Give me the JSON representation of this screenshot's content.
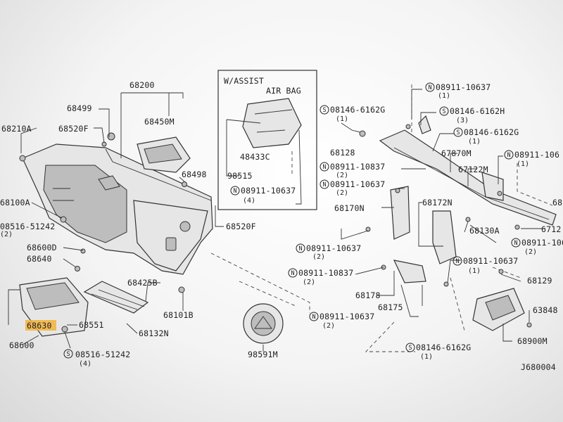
{
  "assist_box": {
    "title1": "W/ASSIST",
    "title2": "AIR BAG"
  },
  "labels": [
    {
      "id": "68200",
      "text": "68200"
    },
    {
      "id": "68499",
      "text": "68499"
    },
    {
      "id": "68450M",
      "text": "68450M"
    },
    {
      "id": "68210A",
      "text": "68210A"
    },
    {
      "id": "68520F_top",
      "text": "68520F"
    },
    {
      "id": "68498",
      "text": "68498"
    },
    {
      "id": "68520F_bot",
      "text": "68520F"
    },
    {
      "id": "68100A",
      "text": "68100A"
    },
    {
      "id": "08516-51242_left",
      "text": "08516-51242"
    },
    {
      "id": "68600D",
      "text": "68600D"
    },
    {
      "id": "68640",
      "text": "68640"
    },
    {
      "id": "68425B",
      "text": "68425B"
    },
    {
      "id": "68101B",
      "text": "68101B"
    },
    {
      "id": "68630",
      "text": "68630"
    },
    {
      "id": "68551",
      "text": "68551"
    },
    {
      "id": "68132N",
      "text": "68132N"
    },
    {
      "id": "68600",
      "text": "68600"
    },
    {
      "id": "08516-51242_bot",
      "text": "08516-51242"
    },
    {
      "id": "98591M",
      "text": "98591M"
    },
    {
      "id": "48433C",
      "text": "48433C"
    },
    {
      "id": "98515",
      "text": "98515"
    },
    {
      "id": "08911-10637_box",
      "text": "08911-10637"
    },
    {
      "id": "08146-6162G_a",
      "text": "08146-6162G"
    },
    {
      "id": "68128",
      "text": "68128"
    },
    {
      "id": "08911-10837_a",
      "text": "08911-10837"
    },
    {
      "id": "08911-10637_a",
      "text": "08911-10637"
    },
    {
      "id": "68170N",
      "text": "68170N"
    },
    {
      "id": "08911-10637_top",
      "text": "08911-10637"
    },
    {
      "id": "08146-6162H",
      "text": "08146-6162H"
    },
    {
      "id": "08146-6162G_b",
      "text": "08146-6162G"
    },
    {
      "id": "67870M",
      "text": "67870M"
    },
    {
      "id": "67122M",
      "text": "67122M"
    },
    {
      "id": "08911-106_right",
      "text": "08911-106"
    },
    {
      "id": "68172N",
      "text": "68172N"
    },
    {
      "id": "68130A",
      "text": "68130A"
    },
    {
      "id": "6712_right",
      "text": "6712"
    },
    {
      "id": "08911-106_right2",
      "text": "08911-106"
    },
    {
      "id": "68_right",
      "text": "68"
    },
    {
      "id": "08911-10637_b",
      "text": "08911-10637"
    },
    {
      "id": "08911-10837_b",
      "text": "08911-10837"
    },
    {
      "id": "68178",
      "text": "68178"
    },
    {
      "id": "68175",
      "text": "68175"
    },
    {
      "id": "08911-10637_c",
      "text": "08911-10637"
    },
    {
      "id": "68129",
      "text": "68129"
    },
    {
      "id": "08911-10637_d",
      "text": "08911-10637"
    },
    {
      "id": "63848",
      "text": "63848"
    },
    {
      "id": "68900M",
      "text": "68900M"
    },
    {
      "id": "08146-6162G_c",
      "text": "08146-6162G"
    },
    {
      "id": "J680004",
      "text": "J680004"
    }
  ],
  "quantities": [
    {
      "id": "q_1a",
      "text": "(1)"
    },
    {
      "id": "q_1b",
      "text": "(1)"
    },
    {
      "id": "q_3",
      "text": "(3)"
    },
    {
      "id": "q_1c",
      "text": "(1)"
    },
    {
      "id": "q_1d",
      "text": "(1)"
    },
    {
      "id": "q_2a",
      "text": "(2)"
    },
    {
      "id": "q_2b",
      "text": "(2)"
    },
    {
      "id": "q_4box",
      "text": "(4)"
    },
    {
      "id": "q_2left",
      "text": "(2)"
    },
    {
      "id": "q_2c",
      "text": "(2)"
    },
    {
      "id": "q_2d",
      "text": "(2)"
    },
    {
      "id": "q_1e",
      "text": "(1)"
    },
    {
      "id": "q_2e",
      "text": "(2)"
    },
    {
      "id": "q_1f",
      "text": "(1)"
    },
    {
      "id": "q_2right",
      "text": "(2)"
    },
    {
      "id": "q_4bot",
      "text": "(4)"
    }
  ],
  "symbols": {
    "N": "N",
    "S": "S"
  },
  "highlight_color": "#f2b13b"
}
